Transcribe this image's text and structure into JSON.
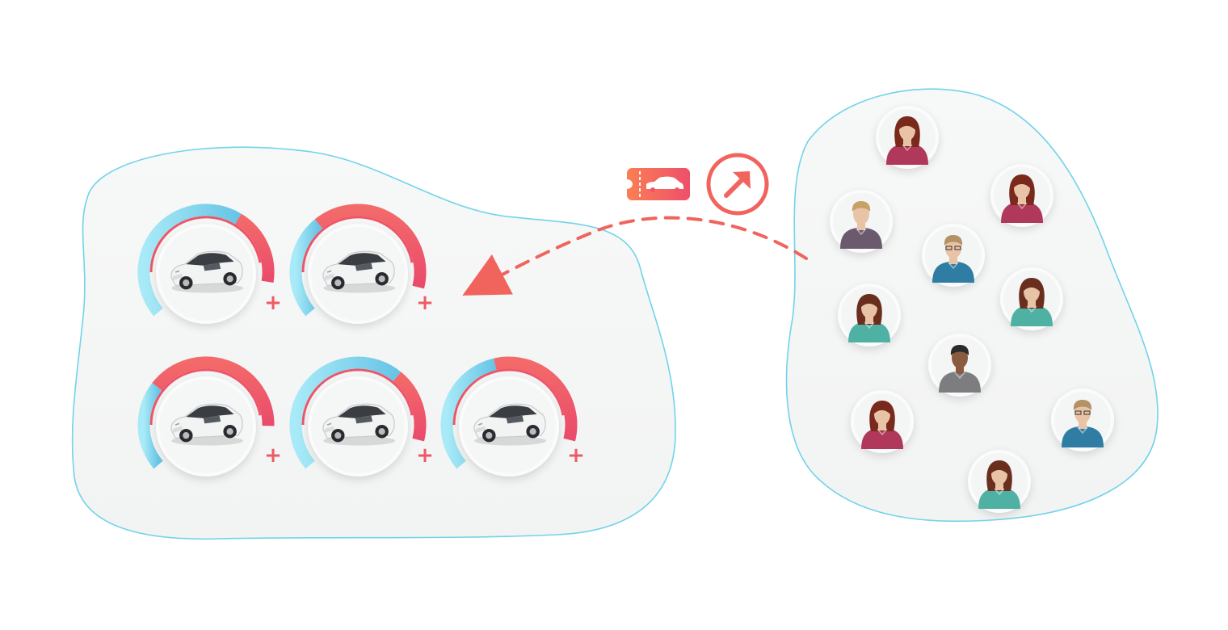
{
  "colors": {
    "blob_stroke": "#72d3ea",
    "blob_fill": "#f5f6f6",
    "ring_blue_light": "#9fe6f5",
    "ring_blue_dark": "#6cc7e6",
    "ring_red": "#ef5468",
    "accent": "#f1645e",
    "card": "#fbfbfb"
  },
  "cars": [
    {
      "id": "car-1",
      "icon": "car-icon",
      "blue": 0.62,
      "red": 0.26,
      "badge": "+"
    },
    {
      "id": "car-2",
      "icon": "car-icon",
      "blue": 0.35,
      "red": 0.55,
      "badge": "+"
    },
    {
      "id": "car-3",
      "icon": "car-icon",
      "blue": 0.3,
      "red": 0.55,
      "badge": "+"
    },
    {
      "id": "car-4",
      "icon": "car-icon",
      "blue": 0.65,
      "red": 0.25,
      "badge": "+"
    },
    {
      "id": "car-5",
      "icon": "car-icon",
      "blue": 0.45,
      "red": 0.45,
      "badge": "+"
    }
  ],
  "people": [
    {
      "id": "person-1",
      "icon": "woman-avatar-icon",
      "hair": "#7a2a1c",
      "shirt": "#b0385a",
      "skin": "#e8c3a6"
    },
    {
      "id": "person-2",
      "icon": "woman-avatar-icon",
      "hair": "#7a2a1c",
      "shirt": "#b0385a",
      "skin": "#e8c3a6"
    },
    {
      "id": "person-3",
      "icon": "man-avatar-icon",
      "hair": "#c8a166",
      "shirt": "#6b5a6e",
      "skin": "#e8c3a6"
    },
    {
      "id": "person-4",
      "icon": "man-glasses-avatar-icon",
      "hair": "#b39266",
      "shirt": "#2f7da3",
      "skin": "#e8c3a6"
    },
    {
      "id": "person-5",
      "icon": "woman-avatar-icon",
      "hair": "#6a2e1e",
      "shirt": "#4fb1a3",
      "skin": "#e8c3a6"
    },
    {
      "id": "person-6",
      "icon": "woman-avatar-icon",
      "hair": "#6a2e1e",
      "shirt": "#4fb1a3",
      "skin": "#e8c3a6"
    },
    {
      "id": "person-7",
      "icon": "man-avatar-icon",
      "hair": "#2d2a2a",
      "shirt": "#7d7d80",
      "skin": "#8a5b3e"
    },
    {
      "id": "person-8",
      "icon": "woman-avatar-icon",
      "hair": "#7a2a1c",
      "shirt": "#b0385a",
      "skin": "#e8c3a6"
    },
    {
      "id": "person-9",
      "icon": "man-glasses-avatar-icon",
      "hair": "#b39266",
      "shirt": "#2f7da3",
      "skin": "#e8c3a6"
    },
    {
      "id": "person-10",
      "icon": "woman-avatar-icon",
      "hair": "#6a2e1e",
      "shirt": "#4fb1a3",
      "skin": "#e8c3a6"
    }
  ],
  "icons": {
    "ticket": "car-ticket-icon",
    "arrow": "north-east-arrow-icon"
  }
}
